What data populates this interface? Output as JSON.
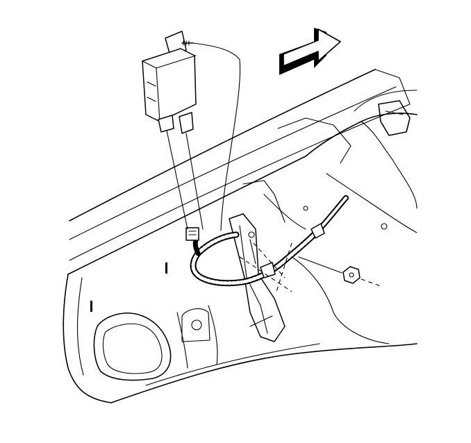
{
  "figure": {
    "components": [
      {
        "id": "module",
        "icon": "electronic-module-icon"
      },
      {
        "id": "direction-arrow",
        "icon": "forward-arrow-icon"
      },
      {
        "id": "wiring-harness",
        "icon": "corrugated-harness-icon"
      },
      {
        "id": "harness-connector",
        "icon": "connector-icon"
      },
      {
        "id": "nut",
        "icon": "hex-nut-icon"
      },
      {
        "id": "mounting-bracket",
        "icon": "bracket-icon"
      },
      {
        "id": "vehicle-body",
        "icon": "body-panel-icon"
      }
    ],
    "colors": {
      "ink": "#000000",
      "paper": "#ffffff"
    }
  }
}
